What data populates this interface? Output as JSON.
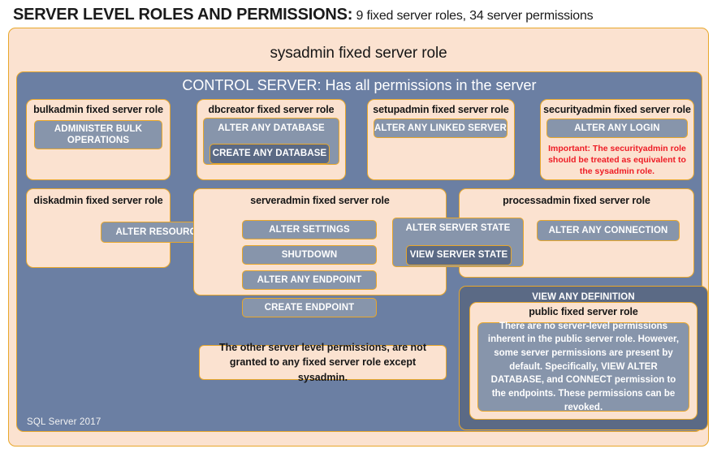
{
  "title": {
    "main": "SERVER LEVEL ROLES AND PERMISSIONS:",
    "sub": " 9 fixed server roles, 34 server permissions"
  },
  "sysadmin": {
    "label": "sysadmin fixed server role"
  },
  "control_server": {
    "label": "CONTROL SERVER: Has all permissions in the server"
  },
  "roles": {
    "bulkadmin": {
      "label": "bulkadmin fixed server role",
      "permission": "ADMINISTER  BULK OPERATIONS"
    },
    "dbcreator": {
      "label": "dbcreator fixed server role",
      "permission_outer": "ALTER ANY DATABASE",
      "permission_inner": "CREATE ANY DATABASE"
    },
    "setupadmin": {
      "label": "setupadmin fixed server role",
      "permission": "ALTER ANY LINKED SERVER"
    },
    "securityadmin": {
      "label": "securityadmin fixed server role",
      "permission": "ALTER ANY LOGIN",
      "warning": "Important:  The securityadmin role should  be treated as equivalent to the  sysadmin role."
    },
    "diskadmin": {
      "label": "diskadmin fixed server role",
      "permission": "ALTER RESOURCES"
    },
    "serveradmin": {
      "label": "serveradmin fixed server role",
      "permissions": [
        "ALTER SETTINGS",
        "SHUTDOWN",
        "ALTER ANY ENDPOINT",
        "CREATE ENDPOINT"
      ],
      "permission_outer": "ALTER SERVER STATE",
      "permission_inner": "VIEW SERVER STATE"
    },
    "processadmin": {
      "label": "processadmin fixed server role",
      "permission": "ALTER ANY CONNECTION"
    },
    "public": {
      "permission_outer": "VIEW ANY DEFINITION",
      "label": "public fixed server role",
      "body": "There are no server-level permissions inherent in the public server role. However, some server permissions are present by default. Specifically, VIEW ALTER DATABASE, and CONNECT permission to the endpoints. These permissions can be revoked."
    }
  },
  "other_note": "The other server level permissions,  are not granted to any fixed server role except sysadmin.",
  "footer": "SQL Server 2017",
  "colors": {
    "peach": "#fbe2d0",
    "gold_border": "#e8a72b",
    "blue_bg": "#6b7fa3",
    "perm_light": "#8795ab",
    "perm_dark": "#5b6a85",
    "warning_red": "#ee1c25"
  }
}
